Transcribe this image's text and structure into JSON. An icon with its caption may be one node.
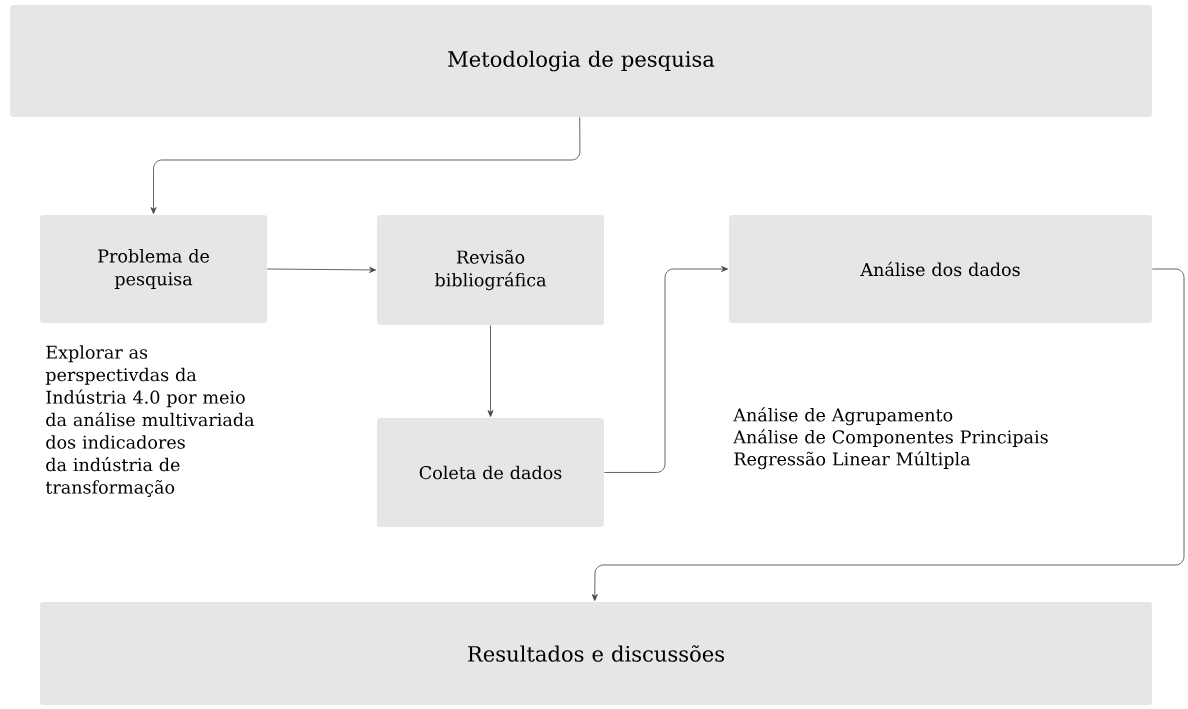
{
  "diagram": {
    "nodes": [
      {
        "text": [
          "Metodologia de pesquisa"
        ]
      },
      {
        "text": [
          "Problema de pesquisa"
        ],
        "beside": [
          "Explorar as perspectivdas da Indústria 4.0 por meio da análise multivariada dos indicadores da indústria de transformação"
        ]
      },
      {
        "text": [
          "Revisão bibliográfica"
        ]
      },
      {
        "text": [
          "Coleta de dados"
        ]
      },
      {
        "text": [
          "Análise dos dados"
        ],
        "beside": [
          "Análise de Agrupamento",
          "Análise de Componentes Principais",
          "Regressão Linear Múltipla"
        ]
      },
      {
        "text": [
          "Resultados e discussões"
        ]
      }
    ],
    "edges": [
      {
        "from": 0,
        "to": 1,
        "arrow": "to"
      },
      {
        "from": 1,
        "to": 2,
        "arrow": "to"
      },
      {
        "from": 2,
        "to": 3,
        "arrow": "to"
      },
      {
        "from": 3,
        "to": 4,
        "arrow": "to"
      },
      {
        "from": 4,
        "to": 5,
        "arrow": "to"
      }
    ]
  }
}
